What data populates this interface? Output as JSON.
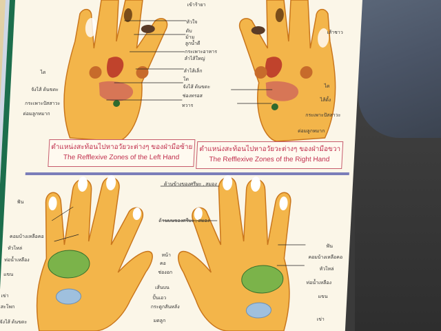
{
  "captions": {
    "left_th": "ตำแหน่งสะท้อนไปหาอวัยวะต่างๆ ของฝ่ามือซ้าย",
    "left_en": "The Refflexive Zones of the Left Hand",
    "right_th": "ตำแหน่งสะท้อนไปหาอวัยวะต่างๆ ของฝ่ามือขวา",
    "right_en": "The Refflexive Zones of the Right Hand"
  },
  "upper_labels": {
    "left": [
      "หัวใจ",
      "ม้าม",
      "ลูกน้ำดี",
      "กระเพาะอาหาร",
      "ลำไส้ใหญ่",
      "ไต",
      "ลำไส้เล็ก",
      "จังไส้ ต้นขตะ",
      "กระเพาะปัสสาวะ",
      "ต่อมลูกหมาก"
    ],
    "right": [
      "เส้าชาว",
      "ไต",
      "ไส้ตั้ง",
      "ช่องทรอส",
      "ทวาร",
      "กระเพาะปัสสาวะ",
      "ต่อมลูกหมาก"
    ],
    "center": [
      "เข้าร้ายา",
      "หัวใจ",
      "ตับ",
      "ม้าม",
      "ลูกน้ำดี",
      "กระเพาะอาหาร",
      "ลำไส้ใหญ่",
      "ลำไส้เล็ก",
      "ไต",
      "จังไส้ ต้นขตะ",
      "ช่องทรอส",
      "ทวาร"
    ]
  },
  "lower_labels": {
    "left": [
      "ฟัน",
      "คอมบ้างเหลือคอ",
      "หัวไหล่",
      "ท่อน้ำเหลือง",
      "แขน",
      "เข่า",
      "สะโพก",
      "จังไส้ ต้นขตะ"
    ],
    "center": [
      "ด้านข้างของศรีษะ , สมอง",
      "ด้านบนของศรีษะ , สมอง",
      "หน้า",
      "คอ",
      "ช่องอก",
      "เส้นบน",
      "ปั้นเอว",
      "กระดูกสันหลัง",
      "มดลูก"
    ],
    "right": [
      "ฟัน",
      "คอมบ้างเหลือคอ",
      "หัวไหล่",
      "ท่อน้ำเหลือง",
      "แขน",
      "เข่า"
    ]
  },
  "colors": {
    "hand_fill": "#f3b54a",
    "hand_dark": "#e49a2a",
    "organ_red": "#c0432c",
    "zone_green": "#7bb34a",
    "zone_blue": "#9fc0de",
    "caption_red": "#c02e4c",
    "divider": "#7b7eb9",
    "frame_green": "#1c6e4c"
  }
}
